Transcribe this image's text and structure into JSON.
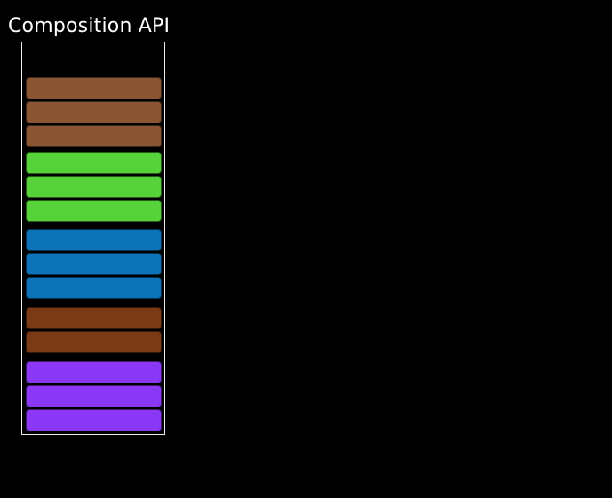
{
  "title": "Composition API",
  "colors": {
    "background": "#000000",
    "title_text": "#FFFFFF",
    "frame_border": "#EDEDED"
  },
  "figure": {
    "groups": [
      {
        "id": "group-brown",
        "color": "#8A5532",
        "block_count": 3
      },
      {
        "id": "group-green",
        "color": "#58D23A",
        "block_count": 3
      },
      {
        "id": "group-blue",
        "color": "#0D73B8",
        "block_count": 3
      },
      {
        "id": "group-rust",
        "color": "#7B3A15",
        "block_count": 2
      },
      {
        "id": "group-purple",
        "color": "#8A38F5",
        "block_count": 3
      }
    ]
  }
}
